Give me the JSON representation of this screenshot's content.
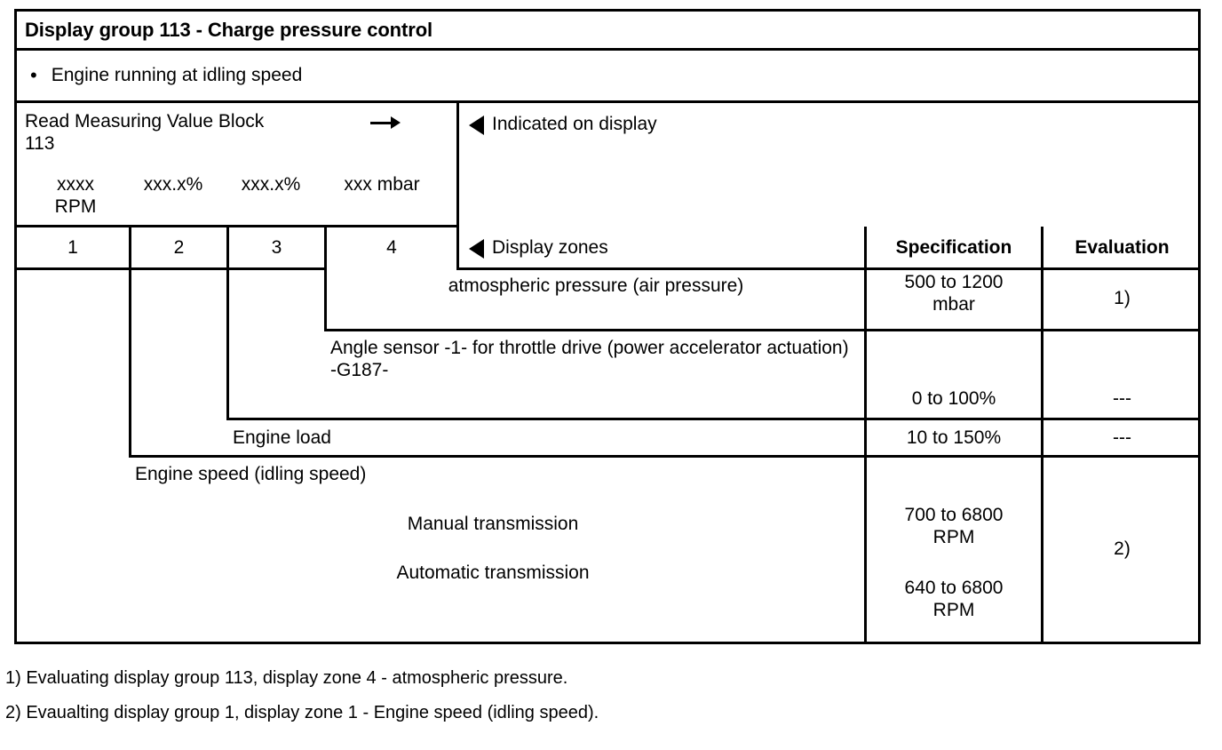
{
  "document": {
    "title": "Display group 113 - Charge pressure control",
    "precondition_bullet": "•",
    "precondition": "Engine running at idling speed"
  },
  "measuring_block": {
    "command_line1": "Read Measuring Value Block",
    "command_line2": "113",
    "arrow": "arrow-right-icon",
    "values": [
      {
        "line1": "xxxx",
        "line2": "RPM"
      },
      {
        "line1": "xxx.x%",
        "line2": ""
      },
      {
        "line1": "xxx.x%",
        "line2": ""
      },
      {
        "line1": "xxx mbar",
        "line2": ""
      }
    ]
  },
  "annotations": {
    "indicated_on_display": "Indicated on display",
    "display_zones": "Display zones"
  },
  "columns": {
    "specification": "Specification",
    "evaluation": "Evaluation"
  },
  "zone_numbers": [
    "1",
    "2",
    "3",
    "4"
  ],
  "rows": [
    {
      "zone": "4",
      "description": "atmospheric pressure (air pressure)",
      "specification": "500 to 1200\nmbar",
      "evaluation": "1)"
    },
    {
      "zone": "3",
      "description": "Angle sensor -1- for throttle drive (power accelerator actuation) -G187-",
      "specification": "0 to 100%",
      "evaluation": "---"
    },
    {
      "zone": "2",
      "description": "Engine load",
      "specification": "10 to 150%",
      "evaluation": "---"
    },
    {
      "zone": "1",
      "description": "Engine speed (idling speed)",
      "sub_rows": [
        {
          "label": "Manual transmission",
          "specification": "700 to 6800\nRPM"
        },
        {
          "label": "Automatic transmission",
          "specification": "640 to 6800\nRPM"
        }
      ],
      "evaluation": "2)"
    }
  ],
  "footnotes": [
    "1) Evaluating display group 113, display zone 4 - atmospheric pressure.",
    "2) Evaualting display group 1, display zone 1 - Engine speed (idling speed)."
  ]
}
